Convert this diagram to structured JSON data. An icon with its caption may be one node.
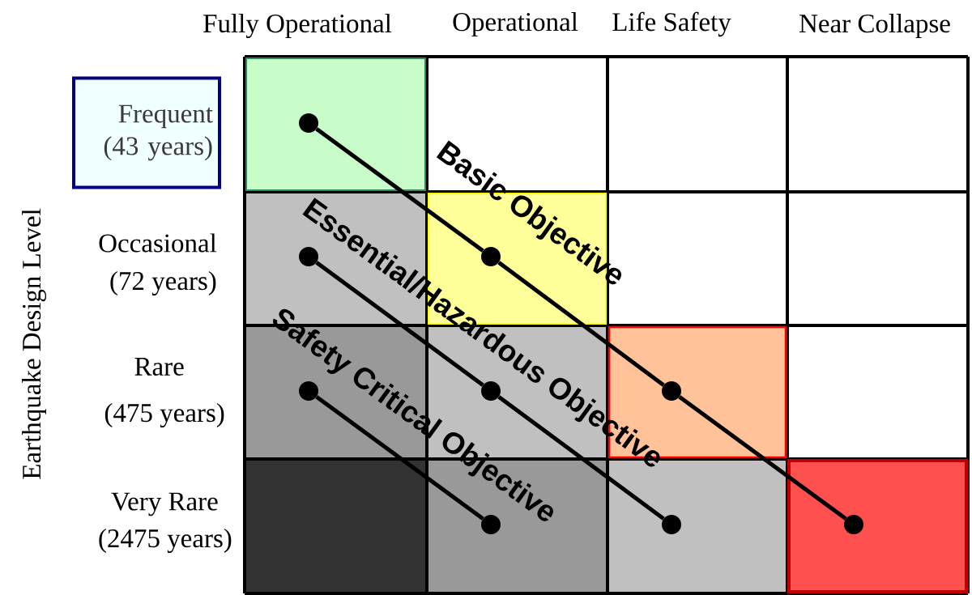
{
  "diagram": {
    "nodes": [
      {
        "text": [
          "Frequent",
          "(43 years)"
        ]
      },
      {
        "text": [],
        "shape": "circle"
      },
      {
        "text": [],
        "shape": "circle"
      },
      {
        "text": [],
        "shape": "circle"
      },
      {
        "text": [],
        "shape": "circle"
      },
      {
        "text": [],
        "shape": "circle"
      },
      {
        "text": [],
        "shape": "circle"
      },
      {
        "text": [],
        "shape": "circle"
      },
      {
        "text": [],
        "shape": "circle"
      },
      {
        "text": [],
        "shape": "circle"
      }
    ],
    "edges": [
      {
        "from": 1,
        "to": 3,
        "arrow": "none",
        "label": "Basic Objective"
      },
      {
        "from": 3,
        "to": 6,
        "arrow": "none"
      },
      {
        "from": 6,
        "to": 9,
        "arrow": "none"
      },
      {
        "from": 2,
        "to": 5,
        "arrow": "none",
        "label": "Essential/Hazardous Objective"
      },
      {
        "from": 5,
        "to": 8,
        "arrow": "none"
      },
      {
        "from": 4,
        "to": 7,
        "arrow": "none",
        "label": "Safety Critical Objective"
      }
    ],
    "labels": [
      "Fully Operational",
      "Operational",
      "Life Safety",
      "Near Collapse",
      "Earthquake Design Level",
      "Occasional",
      "(72 years)",
      "Rare",
      "(475 years)",
      "Very Rare",
      "(2475 years)"
    ]
  }
}
